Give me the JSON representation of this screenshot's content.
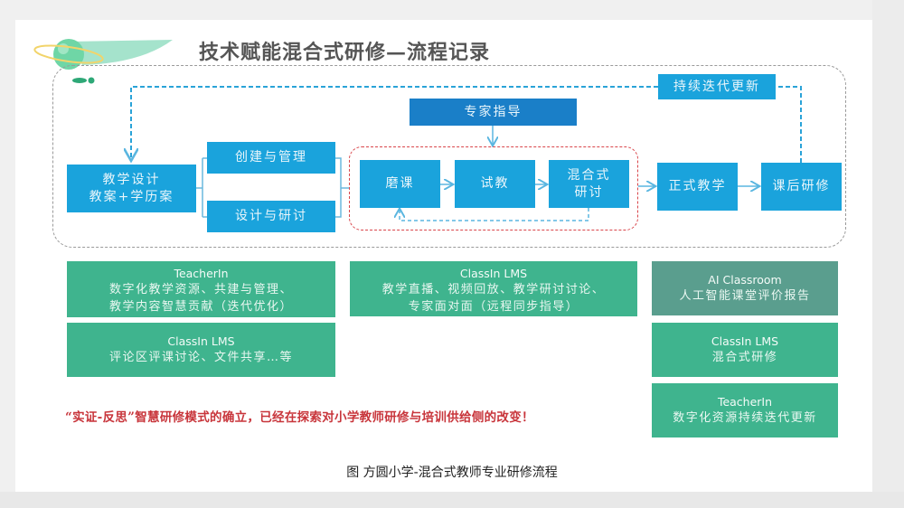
{
  "title": "技术赋能混合式研修—流程记录",
  "colors": {
    "process_blue": "#1aa3dc",
    "expert_blue": "#1a7fc8",
    "tool_green": "#3fb48e",
    "ai_teal": "#5a9e8e",
    "highlight_red": "#c8353b"
  },
  "flow": {
    "feedback_label": "持续迭代更新",
    "expert_label": "专家指导",
    "design": {
      "line1": "教学设计",
      "line2": "教案+学历案"
    },
    "branches": [
      "创建与管理",
      "设计与研讨"
    ],
    "cycle": [
      {
        "line1": "磨课",
        "line2": ""
      },
      {
        "line1": "试教",
        "line2": ""
      },
      {
        "line1": "混合式",
        "line2": "研讨"
      }
    ],
    "formal_teaching": "正式教学",
    "post_study": "课后研修"
  },
  "tools": {
    "left": [
      {
        "name": "TeacherIn",
        "lines": [
          "数字化教学资源、共建与管理、",
          "教学内容智慧贡献（迭代优化）"
        ]
      },
      {
        "name": "ClassIn LMS",
        "lines": [
          "评论区评课讨论、文件共享…等"
        ]
      }
    ],
    "middle": [
      {
        "name": "ClassIn LMS",
        "lines": [
          "教学直播、视频回放、教学研讨讨论、",
          "专家面对面（远程同步指导）"
        ]
      }
    ],
    "right": [
      {
        "name": "AI Classroom",
        "lines": [
          "人工智能课堂评价报告"
        ]
      },
      {
        "name": "ClassIn LMS",
        "lines": [
          "混合式研修"
        ]
      },
      {
        "name": "TeacherIn",
        "lines": [
          "数字化资源持续迭代更新"
        ]
      }
    ]
  },
  "remark": "“实证-反思”智慧研修模式的确立，已经在探索对小学教师研修与培训供给侧的改变！",
  "caption": "图 方圆小学-混合式教师专业研修流程"
}
